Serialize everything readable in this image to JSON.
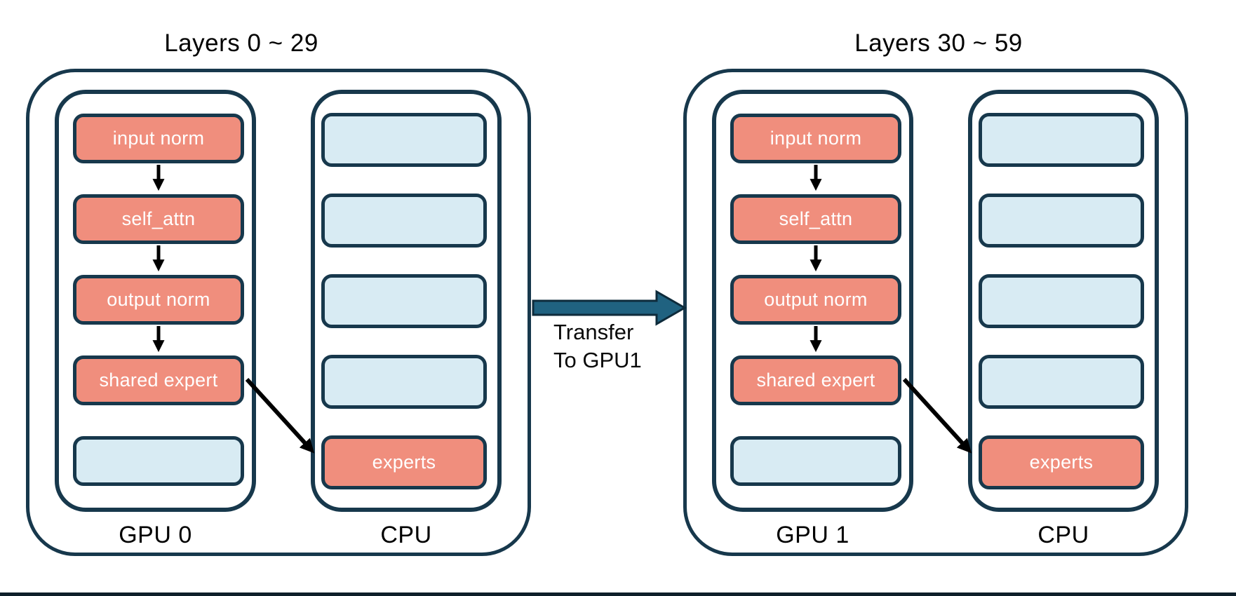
{
  "groups": [
    {
      "title": "Layers 0 ~ 29",
      "gpu": {
        "label": "GPU 0",
        "boxes": [
          "input norm",
          "self_attn",
          "output norm",
          "shared expert",
          ""
        ]
      },
      "cpu": {
        "label": "CPU",
        "boxes": [
          "",
          "",
          "",
          "",
          "experts"
        ]
      }
    },
    {
      "title": "Layers 30 ~ 59",
      "gpu": {
        "label": "GPU 1",
        "boxes": [
          "input norm",
          "self_attn",
          "output norm",
          "shared expert",
          ""
        ]
      },
      "cpu": {
        "label": "CPU",
        "boxes": [
          "",
          "",
          "",
          "",
          "experts"
        ]
      }
    }
  ],
  "transfer": {
    "line1": "Transfer",
    "line2": "To GPU1"
  },
  "colors": {
    "border_navy": "#17384C",
    "block_salmon": "#F08E7D",
    "block_lightblue": "#D8EBF3",
    "arrow_teal": "#206280",
    "arrow_teal_outline": "#0E2B3B",
    "bottom_bar": "#0E1F2A"
  }
}
